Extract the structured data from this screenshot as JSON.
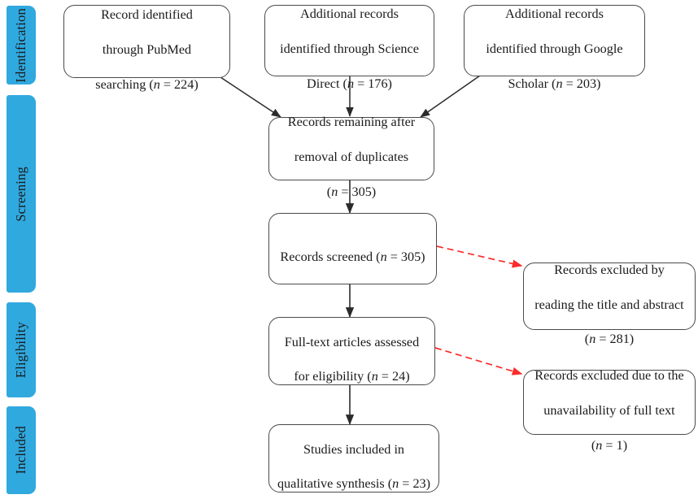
{
  "diagram": {
    "title": "PRISMA study selection flow diagram",
    "accent_color": "#30a9df",
    "box_border_color": "#4a4a4a",
    "arrow_color": "#2b2b2b",
    "excluded_arrow_color": "#fb2c2c",
    "background": "#ffffff"
  },
  "stages": [
    {
      "label": "Identification",
      "color": "#30a9df"
    },
    {
      "label": "Screening",
      "color": "#30a9df"
    },
    {
      "label": "Eligibility",
      "color": "#30a9df"
    },
    {
      "label": "Included",
      "color": "#30a9df"
    }
  ],
  "nodes": {
    "pubmed": {
      "line1": "Record identified",
      "line2": "through PubMed",
      "line3_prefix": "searching (",
      "line3_italic": "n",
      "line3_suffix": " = 224)",
      "count": 224,
      "source": "PubMed"
    },
    "science_direct": {
      "line1": "Additional records",
      "line2": "identified through Science",
      "line3_prefix": "Direct (",
      "line3_italic": "n",
      "line3_suffix": " = 176)",
      "count": 176,
      "source": "Science Direct"
    },
    "google_scholar": {
      "line1": "Additional records",
      "line2": "identified through Google",
      "line3_prefix": "Scholar (",
      "line3_italic": "n",
      "line3_suffix": " = 203)",
      "count": 203,
      "source": "Google Scholar"
    },
    "duplicates_removed": {
      "line1": "Records remaining after",
      "line2": "removal of duplicates",
      "line3_prefix": "(",
      "line3_italic": "n",
      "line3_suffix": " = 305)",
      "count": 305
    },
    "records_screened": {
      "line1_prefix": "Records screened (",
      "line1_italic": "n",
      "line1_suffix": " = 305)",
      "count": 305
    },
    "excluded_title_abstract": {
      "line1": "Records excluded by",
      "line2": "reading the title and abstract",
      "line3_prefix": "(",
      "line3_italic": "n",
      "line3_suffix": " = 281)",
      "count": 281
    },
    "fulltext_assessed": {
      "line1": "Full-text articles assessed",
      "line2_prefix": "for eligibility (",
      "line2_italic": "n",
      "line2_suffix": " = 24)",
      "count": 24
    },
    "excluded_fulltext": {
      "line1": "Records excluded due to the",
      "line2": "unavailability of full text",
      "line3_prefix": "(",
      "line3_italic": "n",
      "line3_suffix": " = 1)",
      "count": 1
    },
    "included_studies": {
      "line1": "Studies included in",
      "line2_prefix": "qualitative synthesis (",
      "line2_italic": "n",
      "line2_suffix": " = 23)",
      "count": 23
    }
  }
}
